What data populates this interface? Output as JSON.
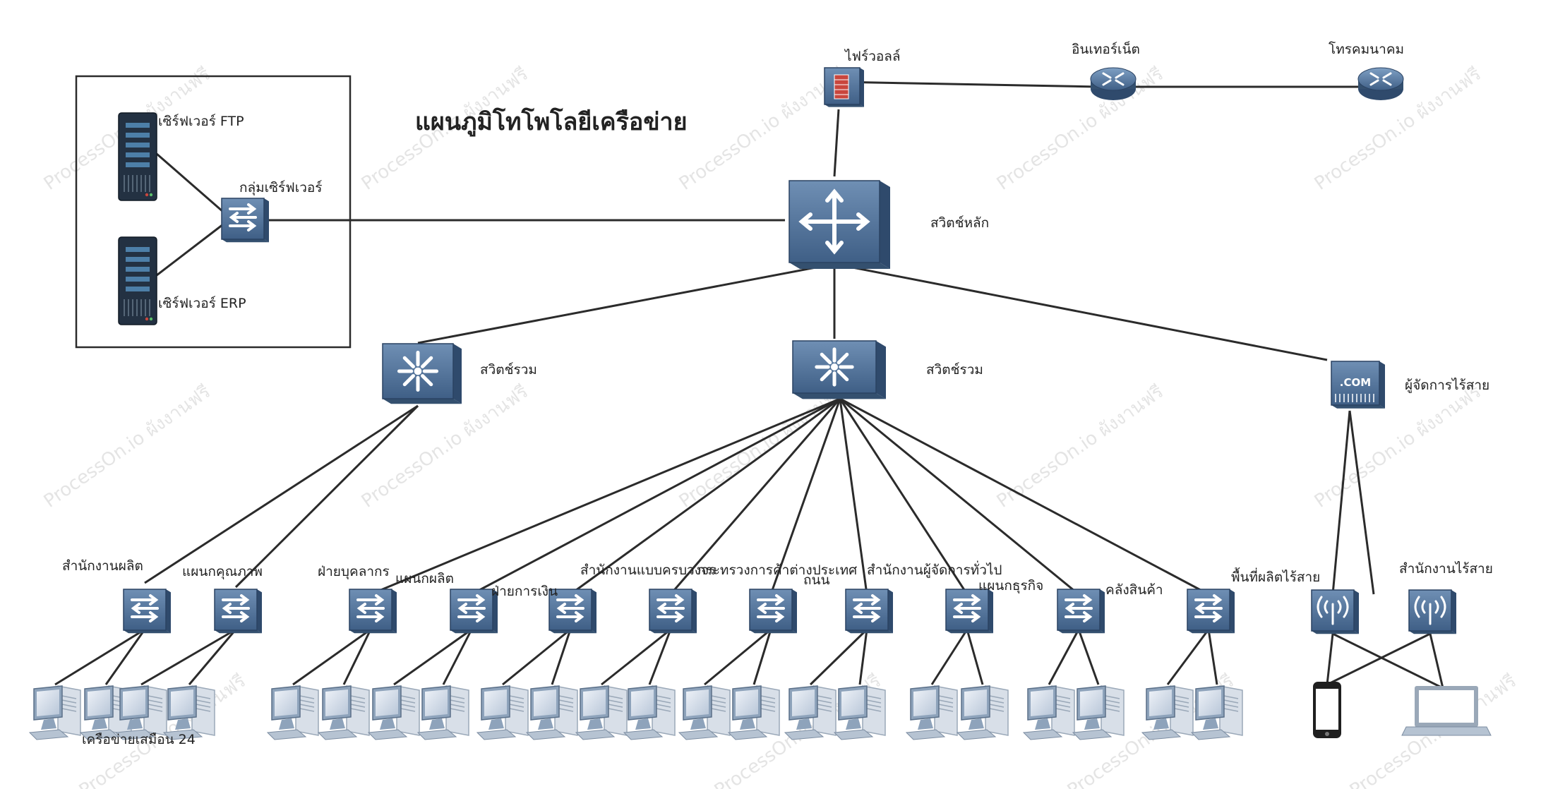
{
  "title": "แผนภูมิโทโพโลยีเครือข่าย",
  "watermark": "ProcessOn.io ผังงานฟรี",
  "devices": {
    "firewall": "ไฟร์วอลล์",
    "internet": "อินเทอร์เน็ต",
    "telecom": "โทรคมนาคม",
    "core_switch": "สวิตช์หลัก",
    "server_group": "กลุ่มเซิร์ฟเวอร์",
    "ftp_server": "เซิร์ฟเวอร์ FTP",
    "erp_server": "เซิร์ฟเวอร์ ERP",
    "agg_left": "สวิตช์รวม",
    "agg_center": "สวิตช์รวม",
    "wireless_controller": "ผู้จัดการไร้สาย"
  },
  "departments": [
    "สำนักงานผลิต",
    "แผนกคุณภาพ",
    "ฝ่ายบุคลากร",
    "แผนกผลิต",
    "ฝ่ายการเงิน",
    "สำนักงานแบบครบวงจร",
    "กระทรวงการค้าต่างประเทศ",
    "ถนน",
    "สำนักงานผู้จัดการทั่วไป",
    "แผนกธุรกิจ",
    "คลังสินค้า"
  ],
  "wireless_aps": [
    "พื้นที่ผลิตไร้สาย",
    "สำนักงานไร้สาย"
  ],
  "footnote": "เครือข่ายเสมือน 24"
}
